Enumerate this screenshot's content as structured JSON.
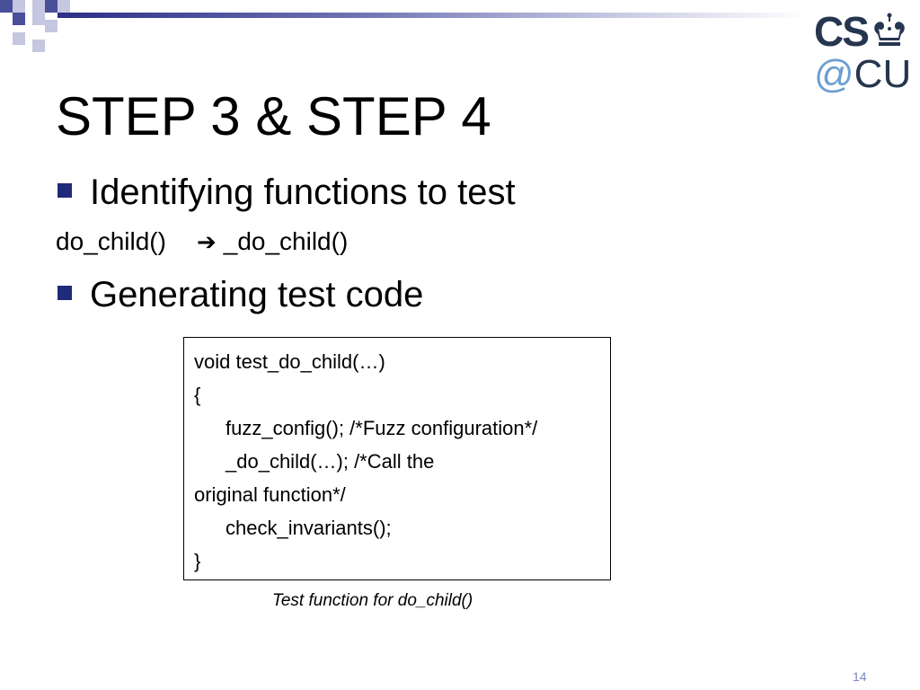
{
  "header": {
    "band_color": "#2b2f86",
    "logo": {
      "line1": "CS",
      "at": "@",
      "cu": "CU",
      "colors": {
        "dark": "#27364f",
        "light": "#6d9fd0"
      }
    }
  },
  "slide": {
    "title": "STEP 3 & STEP 4",
    "bullets": [
      {
        "text": "Identifying functions to test"
      },
      {
        "text": "Generating test code"
      }
    ],
    "mapping": {
      "from": "do_child()",
      "arrow_icon": "right-arrow-icon",
      "to": "_do_child()"
    },
    "code_lines": [
      "void test_do_child(…)",
      "{",
      "fuzz_config(); /*Fuzz configuration*/",
      "_do_child(…);  /*Call the",
      "original function*/",
      "check_invariants();",
      "}"
    ],
    "caption": "Test function for do_child()",
    "page_number": "14"
  }
}
